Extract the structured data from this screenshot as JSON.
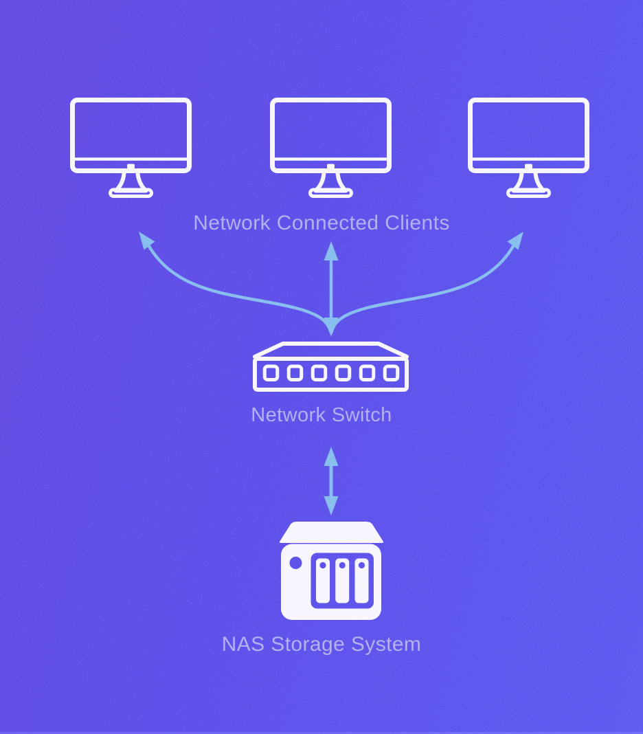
{
  "diagram_title": "NAS network topology diagram",
  "palette": {
    "background_gradient_start": "#5135DF",
    "background_gradient_end": "#4C48EE",
    "icon_color": "#FBFAFE",
    "label_color": "#B6B1EE",
    "arrow_color": "#7ABAEB"
  },
  "nodes": {
    "clients": {
      "label": "Network Connected Clients",
      "icon": "desktop-monitor-icon",
      "count": 3
    },
    "switch": {
      "label": "Network Switch",
      "icon": "network-switch-icon",
      "port_count": 6
    },
    "nas": {
      "label": "NAS Storage System",
      "icon": "nas-storage-icon",
      "drive_bay_count": 3
    }
  },
  "connections": [
    {
      "from": "switch",
      "to": "clients",
      "style": "curved-fan",
      "bidirectional": true
    },
    {
      "from": "switch",
      "to": "nas",
      "style": "straight",
      "bidirectional": true
    }
  ]
}
